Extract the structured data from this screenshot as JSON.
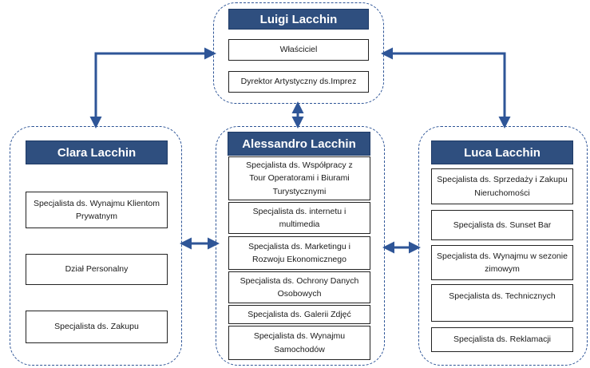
{
  "colors": {
    "header_bg": "#2f4f7f",
    "connector": "#2e5597",
    "border": "#2e5597"
  },
  "top": {
    "name": "Luigi Lacchin",
    "roles": [
      "Właściciel",
      "Dyrektor Artystyczny ds.Imprez"
    ]
  },
  "left": {
    "name": "Clara Lacchin",
    "roles": [
      "Specjalista ds. Wynajmu Klientom Prywatnym",
      "Dział Personalny",
      "Specjalista ds. Zakupu"
    ]
  },
  "center": {
    "name": "Alessandro  Lacchin",
    "roles": [
      "Specjalista ds. Współpracy z  Tour Operatorami i Biurami Turystycznymi",
      "Specjalista ds. internetu i multimedia",
      "Specjalista ds. Marketingu i Rozwoju Ekonomicznego",
      "Specjalista ds. Ochrony Danych Osobowych",
      "Specjalista ds. Galerii Zdjęć",
      "Specjalista ds. Wynajmu Samochodów"
    ]
  },
  "right": {
    "name": "Luca  Lacchin",
    "roles": [
      "Specjalista ds. Sprzedaży i Zakupu Nieruchomości",
      "Specjalista ds. Sunset Bar",
      "Specjalista ds. Wynajmu w sezonie zimowym",
      "Specjalista ds. Technicznych",
      "Specjalista ds. Reklamacji"
    ]
  }
}
